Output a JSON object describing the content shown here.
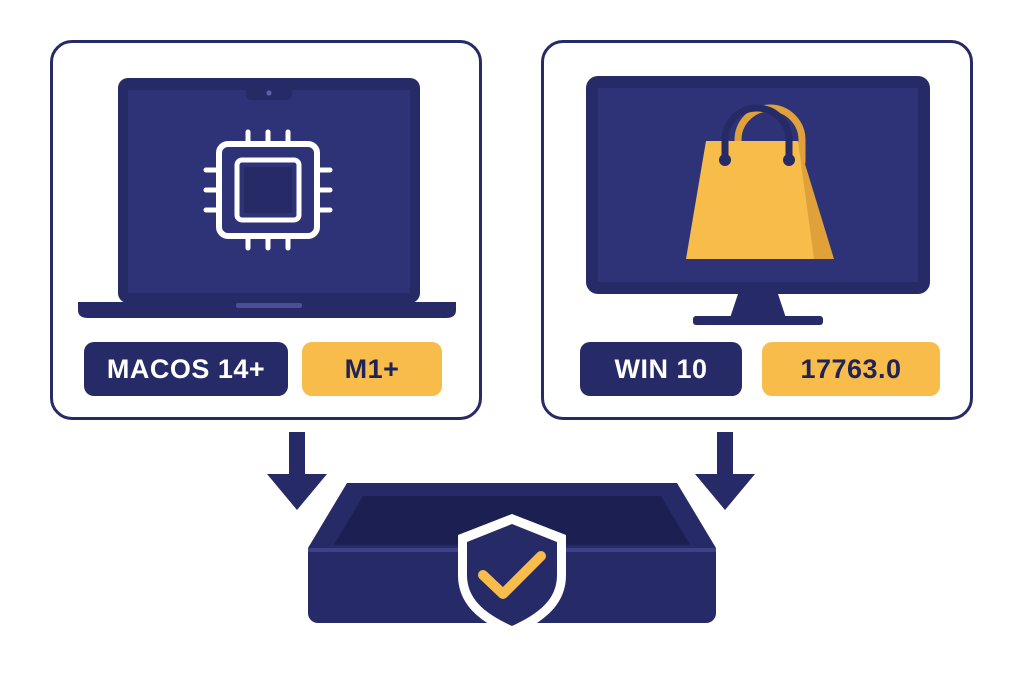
{
  "colors": {
    "navy": "#262a66",
    "screen": "#2e3378",
    "gold": "#f7bc4a",
    "gold_shadow": "#e0a13a",
    "white": "#ffffff"
  },
  "mac_panel": {
    "device_icon": "laptop-icon",
    "screen_icon": "chip-icon",
    "os_label": "MACOS 14+",
    "chip_label": "M1+"
  },
  "win_panel": {
    "device_icon": "monitor-icon",
    "screen_icon": "shopping-bag-icon",
    "os_label": "WIN 10",
    "build_label": "17763.0"
  },
  "target": {
    "container_icon": "open-box-icon",
    "badge_icon": "shield-check-icon"
  }
}
